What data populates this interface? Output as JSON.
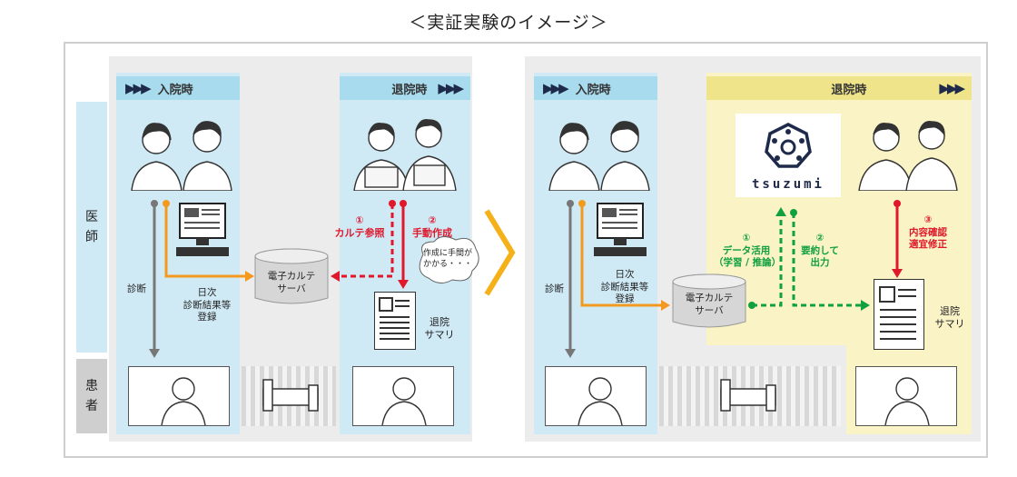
{
  "title": "＜実証実験のイメージ＞",
  "side_labels": {
    "doctor": "医\n師",
    "patient": "患\n者"
  },
  "left": {
    "admission_header": "入院時",
    "discharge_header": "退院時",
    "diagnosis": "診断",
    "daily_register": "日次\n診断結果等\n登録",
    "server": "電子カルテ\nサーバ",
    "step1": "①\nカルテ参照",
    "step2": "②\n手動作成",
    "bubble": "作成に手間が\nかかる・・・",
    "summary": "退院\nサマリ"
  },
  "right": {
    "admission_header": "入院時",
    "discharge_header": "退院時",
    "diagnosis": "診断",
    "daily_register": "日次\n診断結果等\n登録",
    "server": "電子カルテ\nサーバ",
    "step1": "①\nデータ活用\n（学習 / 推論）",
    "step2": "②\n要約して\n出力",
    "step3": "③\n内容確認\n適宜修正",
    "summary": "退院\nサマリ",
    "logo": "tsuzumi"
  },
  "colors": {
    "red": "#e0182c",
    "green": "#11a040",
    "orange": "#f39a1e",
    "gray": "#777777"
  }
}
